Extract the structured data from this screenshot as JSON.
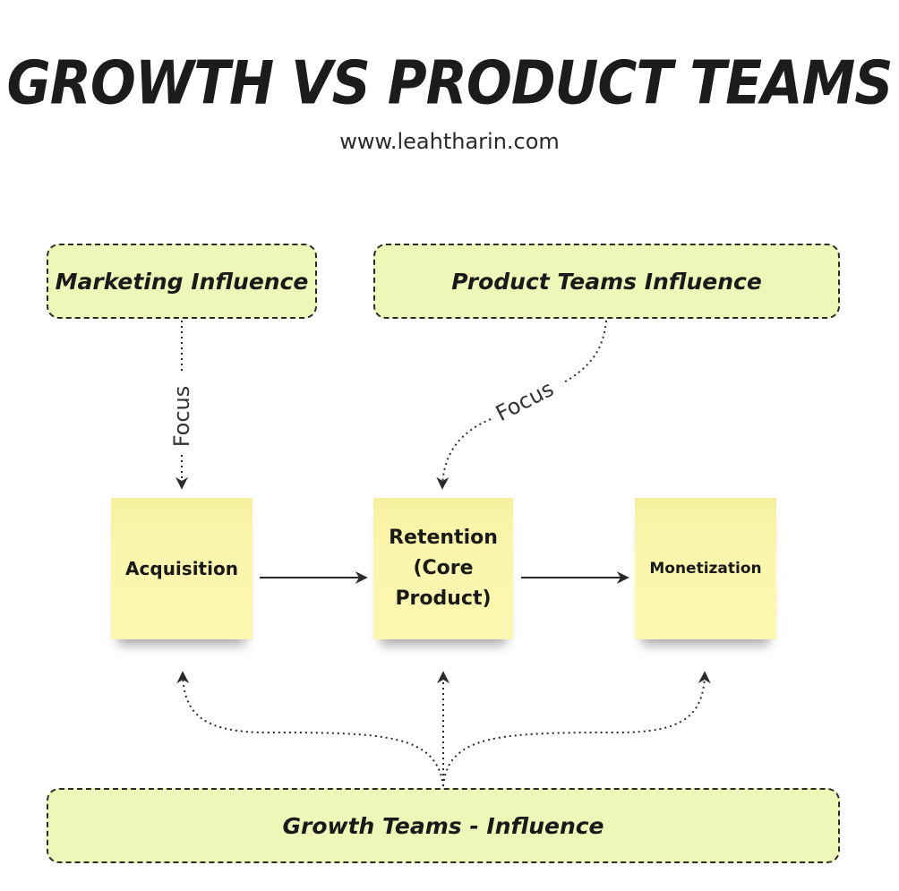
{
  "header": {
    "title": "GROWTH VS PRODUCT TEAMS",
    "subtitle": "www.leahtharin.com"
  },
  "influences": {
    "marketing": "Marketing Influence",
    "product": "Product Teams Influence",
    "growth": "Growth Teams - Influence"
  },
  "stages": {
    "acquisition": "Acquisition",
    "retention": "Retention (Core Product)",
    "monetization": "Monetization"
  },
  "connectors": {
    "marketing_label": "Focus",
    "product_label": "Focus"
  },
  "colors": {
    "influence_fill": "#eef6b8",
    "note_fill": "#fcf7b0",
    "stroke": "#2b2b2b"
  }
}
